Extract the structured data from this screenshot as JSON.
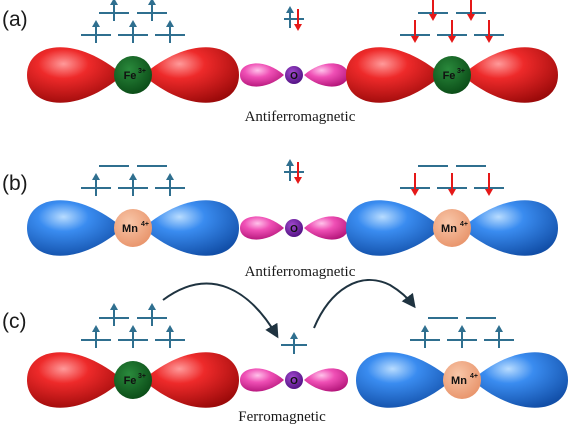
{
  "colors": {
    "fe_lobe": "#e01515",
    "mn_lobe": "#2b78e0",
    "fe_center": "#0f6b22",
    "mn_center": "#f2a77e",
    "oxygen_lobe": "#ea3aa6",
    "oxygen_center": "#7a1fb0",
    "spin_up": "#2f6f8f",
    "spin_down": "#e51818",
    "level": "#2f6f8f",
    "arc": "#1f3340"
  },
  "panels": [
    {
      "label": "(a)",
      "caption": "Antiferromagnetic",
      "left_ion": {
        "symbol": "Fe",
        "charge": "3+",
        "spins": "up"
      },
      "oxygen": {
        "symbol": "O"
      },
      "right_ion": {
        "symbol": "Fe",
        "charge": "3+",
        "spins": "down"
      }
    },
    {
      "label": "(b)",
      "caption": "Antiferromagnetic",
      "left_ion": {
        "symbol": "Mn",
        "charge": "4+",
        "spins": "up"
      },
      "oxygen": {
        "symbol": "O"
      },
      "right_ion": {
        "symbol": "Mn",
        "charge": "4+",
        "spins": "down"
      }
    },
    {
      "label": "(c)",
      "caption": "Ferromagnetic",
      "left_ion": {
        "symbol": "Fe",
        "charge": "3+",
        "spins": "up"
      },
      "oxygen": {
        "symbol": "O"
      },
      "right_ion": {
        "symbol": "Mn",
        "charge": "4+",
        "spins": "up"
      }
    }
  ]
}
